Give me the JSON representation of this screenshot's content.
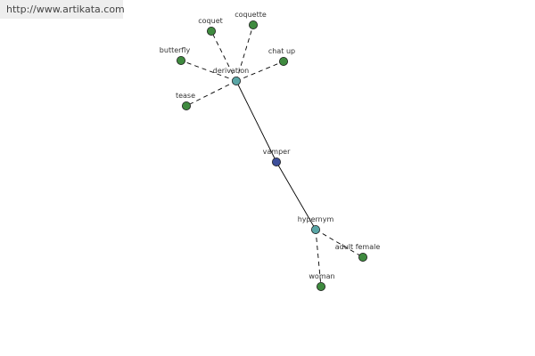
{
  "watermark": "http://www.artikata.com",
  "colors": {
    "leaf": "#3f8a3f",
    "relation": "#5aa6a6",
    "root": "#3d4f9a",
    "edge": "#000000"
  },
  "nodes": [
    {
      "id": "vamper",
      "label": "vamper",
      "kind": "root"
    },
    {
      "id": "derivation",
      "label": "derivation",
      "kind": "relation"
    },
    {
      "id": "hypernym",
      "label": "hypernym",
      "kind": "relation"
    },
    {
      "id": "coquet",
      "label": "coquet",
      "kind": "leaf"
    },
    {
      "id": "coquette",
      "label": "coquette",
      "kind": "leaf"
    },
    {
      "id": "butterfly",
      "label": "butterfly",
      "kind": "leaf"
    },
    {
      "id": "chat-up",
      "label": "chat up",
      "kind": "leaf"
    },
    {
      "id": "tease",
      "label": "tease",
      "kind": "leaf"
    },
    {
      "id": "adult-female",
      "label": "adult female",
      "kind": "leaf"
    },
    {
      "id": "woman",
      "label": "woman",
      "kind": "leaf"
    }
  ],
  "edges": [
    {
      "from": "vamper",
      "to": "derivation",
      "style": "solid"
    },
    {
      "from": "vamper",
      "to": "hypernym",
      "style": "solid"
    },
    {
      "from": "derivation",
      "to": "coquet",
      "style": "dashed"
    },
    {
      "from": "derivation",
      "to": "coquette",
      "style": "dashed"
    },
    {
      "from": "derivation",
      "to": "butterfly",
      "style": "dashed"
    },
    {
      "from": "derivation",
      "to": "chat-up",
      "style": "dashed"
    },
    {
      "from": "derivation",
      "to": "tease",
      "style": "dashed"
    },
    {
      "from": "hypernym",
      "to": "adult-female",
      "style": "dashed"
    },
    {
      "from": "hypernym",
      "to": "woman",
      "style": "dashed"
    }
  ]
}
